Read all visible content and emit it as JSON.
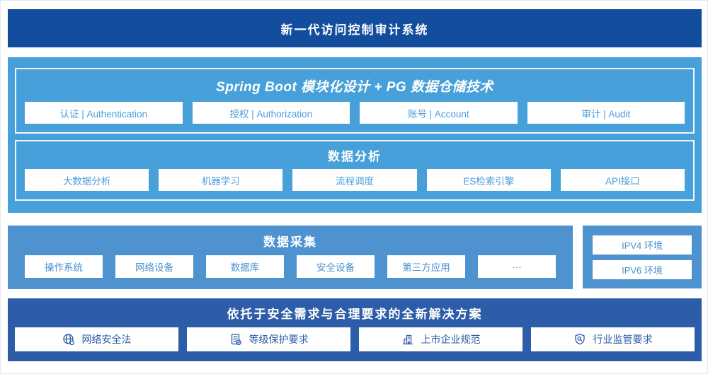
{
  "banner": {
    "title": "新一代访问控制审计系统",
    "bg": "#134e9e"
  },
  "platform": {
    "bg": "#47a0da",
    "modules_section": {
      "title": "Spring Boot 模块化设计 + PG 数据仓储技术",
      "items": [
        {
          "label": "认证 | Authentication"
        },
        {
          "label": "授权 | Authorization"
        },
        {
          "label": "账号 | Account"
        },
        {
          "label": "审计 | Audit"
        }
      ]
    },
    "analysis_section": {
      "title": "数据分析",
      "items": [
        {
          "label": "大数据分析"
        },
        {
          "label": "机器学习"
        },
        {
          "label": "流程调度"
        },
        {
          "label": "ES检索引擎"
        },
        {
          "label": "API接口"
        }
      ]
    }
  },
  "collection": {
    "bg": "#4e92d0",
    "title": "数据采集",
    "items": [
      {
        "label": "操作系统"
      },
      {
        "label": "网络设备"
      },
      {
        "label": "数据库"
      },
      {
        "label": "安全设备"
      },
      {
        "label": "第三方应用"
      },
      {
        "label": "···"
      }
    ]
  },
  "network": {
    "bg": "#4e92d0",
    "items": [
      {
        "label": "IPV4 环境"
      },
      {
        "label": "IPV6 环境"
      }
    ]
  },
  "solution": {
    "bg": "#2d5da8",
    "title": "依托于安全需求与合理要求的全新解决方案",
    "items": [
      {
        "icon": "globe-icon",
        "label": "网络安全法"
      },
      {
        "icon": "document-check-icon",
        "label": "等级保护要求"
      },
      {
        "icon": "building-icon",
        "label": "上市企业规范"
      },
      {
        "icon": "shield-search-icon",
        "label": "行业监管要求"
      }
    ]
  },
  "colors": {
    "banner_bg": "#134e9e",
    "platform_bg": "#47a0da",
    "collection_bg": "#4e92d0",
    "solution_bg": "#2d5da8",
    "box_text_light": "#4c9ed8",
    "box_text_dark": "#2b5ba6"
  }
}
